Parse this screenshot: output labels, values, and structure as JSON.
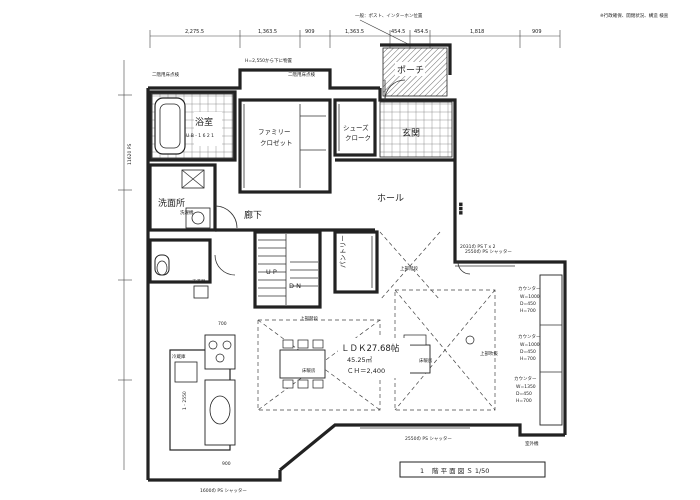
{
  "top_note_center": "一般：ポスト、インターホン位置",
  "top_note_right": "※行政確保、開閉状況、構造 検査",
  "top_dims": [
    "2,275.5",
    "1,363.5",
    "909",
    "1,363.5",
    "454.5",
    "454.5",
    "1,818",
    "909"
  ],
  "rooms": {
    "bath": "浴室",
    "bath_spec": "U B - 1 6 2 1",
    "family_closet": "ファミリー\nクロゼット",
    "shoes_closet": "シューズ\nクローク",
    "entrance": "玄関",
    "porch": "ポーチ",
    "hall": "ホール",
    "washroom": "洗面所",
    "corridor": "廊下",
    "pantry": "パントリー",
    "ldk": "ＬＤＫ27.68帖",
    "ldk_area": "45.25㎡",
    "ldk_ch": "ＣＨ＝2,400"
  },
  "labels": {
    "up": "U P",
    "dn": "D N",
    "upper_stair": "上部階段",
    "upper_stair2": "上部階段",
    "upper_hall": "上部吹抜",
    "floor_heat1": "床暖房",
    "floor_heat2": "床暖房",
    "cabinet1": "二階用床点検",
    "cabinet2": "二階用床点検",
    "hanger": "H=2,550から下に物置",
    "shutter_right": "2550の PS シャッター",
    "shutter_bottom": "1600の PS シャッター",
    "window_right": "2031の PS T x 2",
    "refrigerator": "冷蔵庫",
    "counter_top": "カウンター",
    "counter_top_w": "W=1000",
    "counter_top_d": "D=450",
    "counter_top_h": "H=700",
    "counter_mid": "カウンター",
    "counter_mid_w": "W=1000",
    "counter_mid_d": "D=450",
    "counter_mid_h": "H=700",
    "counter_bot": "カウンター",
    "counter_bot_w": "W=1350",
    "counter_bot_d": "D=450",
    "counter_bot_h": "H=700",
    "wash_machine": "洗濯機",
    "toilet_tank": "手洗器",
    "left_dim1": "11620 PS",
    "kitchen_dim": "1 - 2550",
    "shelf_700": "700",
    "shelf_900": "900",
    "outdoor": "室外機"
  },
  "title_block": {
    "number": "1",
    "title": "階 平 面 図 Ｓ 1/50"
  }
}
